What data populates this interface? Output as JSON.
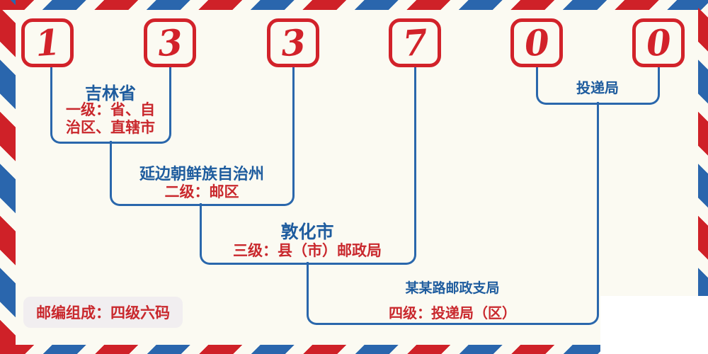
{
  "colors": {
    "stripe_red": "#cf2128",
    "stripe_blue": "#2a66ad",
    "box_red": "#d2222a",
    "digit_red": "#d2222a",
    "line_blue": "#2a67ac",
    "title_blue": "#1e5c9e",
    "label_red": "#c9282d",
    "background": "#fbfaf2",
    "label_bg": "#f1eef0"
  },
  "digits": [
    "1",
    "3",
    "3",
    "7",
    "0",
    "0"
  ],
  "levels": {
    "level1": {
      "title": "吉林省",
      "desc_line1": "一级：省、自",
      "desc_line2": "治区、直辖市"
    },
    "level2": {
      "title": "延边朝鲜族自治州",
      "desc": "二级：邮区"
    },
    "level3": {
      "title": "敦化市",
      "desc": "三级：县（市）邮政局"
    },
    "level4": {
      "title": "某某路邮政支局",
      "desc": "四级：投递局（区）"
    },
    "delivery": {
      "title": "投递局"
    }
  },
  "footer": {
    "label": "邮编组成：四级六码"
  }
}
